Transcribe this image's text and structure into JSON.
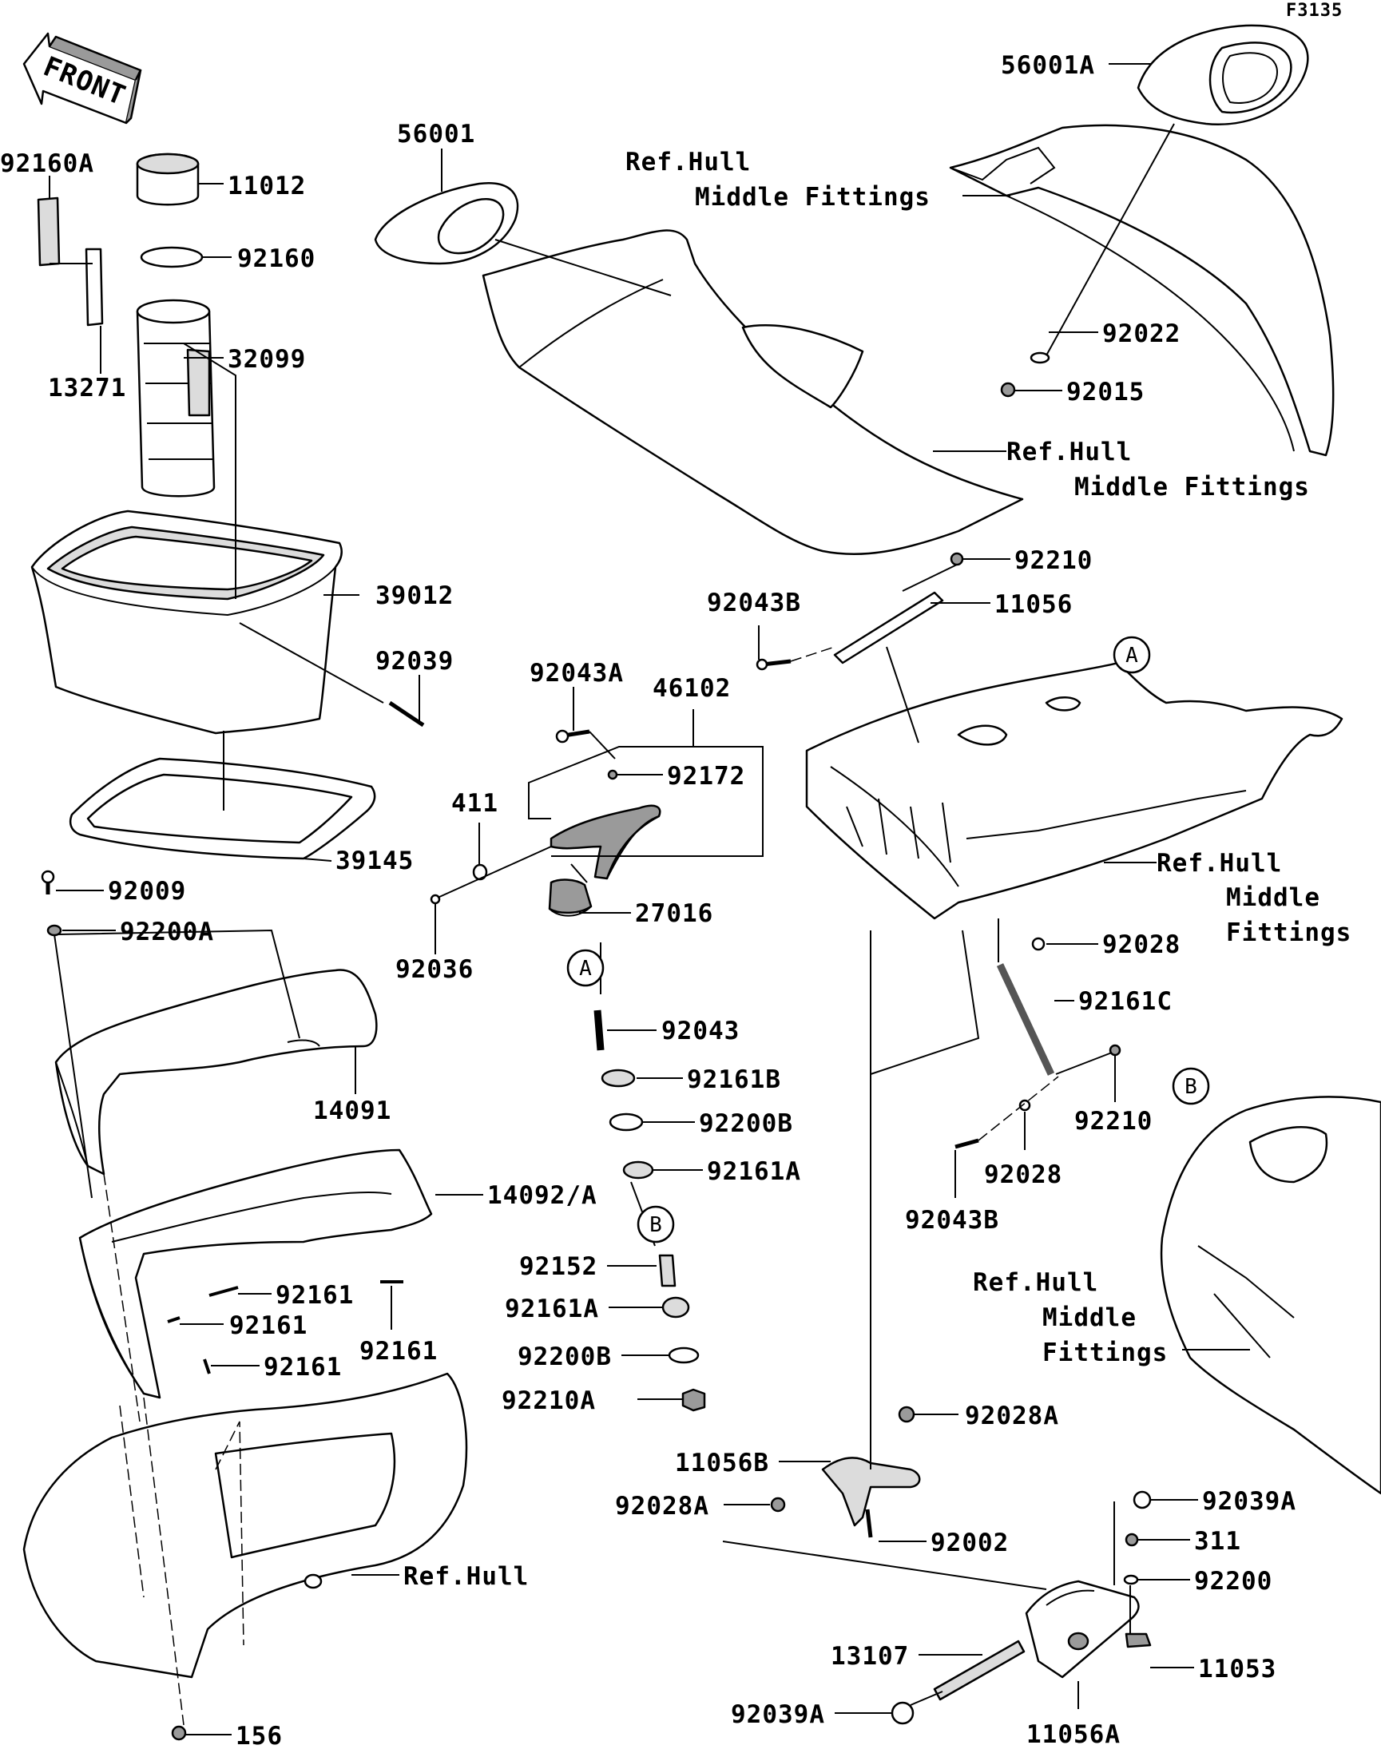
{
  "figure_code": "F3135",
  "front_label": "FRONT",
  "callouts": [
    {
      "id": "c-56001A",
      "text": "56001A"
    },
    {
      "id": "c-56001",
      "text": "56001"
    },
    {
      "id": "c-refhull-1",
      "text": "Ref.Hull"
    },
    {
      "id": "c-refhull-1b",
      "text": "Middle Fittings"
    },
    {
      "id": "c-92160A",
      "text": "92160A"
    },
    {
      "id": "c-11012",
      "text": "11012"
    },
    {
      "id": "c-92160",
      "text": "92160"
    },
    {
      "id": "c-32099",
      "text": "32099"
    },
    {
      "id": "c-13271",
      "text": "13271"
    },
    {
      "id": "c-92022",
      "text": "92022"
    },
    {
      "id": "c-92015",
      "text": "92015"
    },
    {
      "id": "c-refhull-2",
      "text": "Ref.Hull"
    },
    {
      "id": "c-refhull-2b",
      "text": "Middle Fittings"
    },
    {
      "id": "c-92210-top",
      "text": "92210"
    },
    {
      "id": "c-11056",
      "text": "11056"
    },
    {
      "id": "c-92043B-top",
      "text": "92043B"
    },
    {
      "id": "c-39012",
      "text": "39012"
    },
    {
      "id": "c-92039",
      "text": "92039"
    },
    {
      "id": "c-92043A",
      "text": "92043A"
    },
    {
      "id": "c-46102",
      "text": "46102"
    },
    {
      "id": "c-92172",
      "text": "92172"
    },
    {
      "id": "c-411",
      "text": "411"
    },
    {
      "id": "c-39145",
      "text": "39145"
    },
    {
      "id": "c-refhull-3",
      "text": "Ref.Hull"
    },
    {
      "id": "c-refhull-3b",
      "text": "Middle"
    },
    {
      "id": "c-refhull-3c",
      "text": "Fittings"
    },
    {
      "id": "c-92009",
      "text": "92009"
    },
    {
      "id": "c-27016",
      "text": "27016"
    },
    {
      "id": "c-92200A",
      "text": "92200A"
    },
    {
      "id": "c-92036",
      "text": "92036"
    },
    {
      "id": "c-92028-top",
      "text": "92028"
    },
    {
      "id": "c-92043",
      "text": "92043"
    },
    {
      "id": "c-92161C",
      "text": "92161C"
    },
    {
      "id": "c-92161B",
      "text": "92161B"
    },
    {
      "id": "c-14091",
      "text": "14091"
    },
    {
      "id": "c-92200B-1",
      "text": "92200B"
    },
    {
      "id": "c-92210-mid",
      "text": "92210"
    },
    {
      "id": "c-92161A-1",
      "text": "92161A"
    },
    {
      "id": "c-92028-mid",
      "text": "92028"
    },
    {
      "id": "c-14092A",
      "text": "14092/A"
    },
    {
      "id": "c-92043B-mid",
      "text": "92043B"
    },
    {
      "id": "c-92152",
      "text": "92152"
    },
    {
      "id": "c-refhull-4",
      "text": "Ref.Hull"
    },
    {
      "id": "c-refhull-4b",
      "text": "Middle"
    },
    {
      "id": "c-refhull-4c",
      "text": "Fittings"
    },
    {
      "id": "c-92161-1",
      "text": "92161"
    },
    {
      "id": "c-92161A-2",
      "text": "92161A"
    },
    {
      "id": "c-92161-2",
      "text": "92161"
    },
    {
      "id": "c-92161-3",
      "text": "92161"
    },
    {
      "id": "c-92161-4",
      "text": "92161"
    },
    {
      "id": "c-92200B-2",
      "text": "92200B"
    },
    {
      "id": "c-92210A",
      "text": "92210A"
    },
    {
      "id": "c-92028A-1",
      "text": "92028A"
    },
    {
      "id": "c-11056B",
      "text": "11056B"
    },
    {
      "id": "c-92028A-2",
      "text": "92028A"
    },
    {
      "id": "c-92002",
      "text": "92002"
    },
    {
      "id": "c-92039A-1",
      "text": "92039A"
    },
    {
      "id": "c-311",
      "text": "311"
    },
    {
      "id": "c-refhull-5",
      "text": "Ref.Hull"
    },
    {
      "id": "c-92200",
      "text": "92200"
    },
    {
      "id": "c-13107",
      "text": "13107"
    },
    {
      "id": "c-11053",
      "text": "11053"
    },
    {
      "id": "c-92039A-2",
      "text": "92039A"
    },
    {
      "id": "c-11056A",
      "text": "11056A"
    },
    {
      "id": "c-156",
      "text": "156"
    }
  ],
  "reference_markers": [
    {
      "id": "m-A-1",
      "text": "A"
    },
    {
      "id": "m-A-2",
      "text": "A"
    },
    {
      "id": "m-B-1",
      "text": "B"
    },
    {
      "id": "m-B-2",
      "text": "B"
    }
  ]
}
